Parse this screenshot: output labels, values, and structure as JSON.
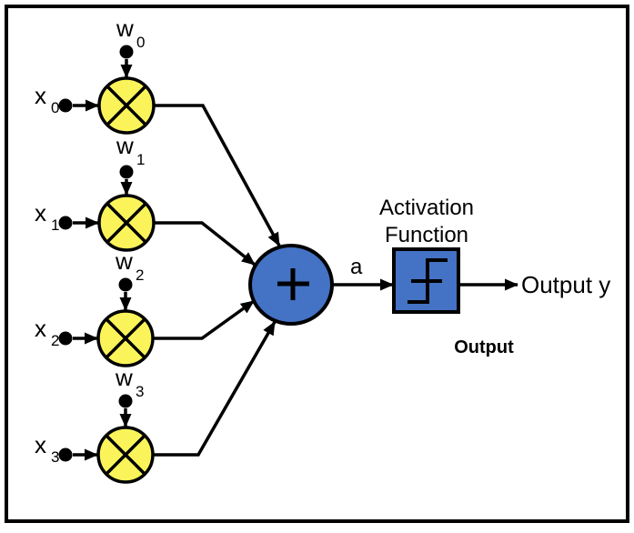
{
  "diagram": {
    "inputs": [
      {
        "label": "x",
        "sub": "0",
        "weight": "w",
        "weight_sub": "0"
      },
      {
        "label": "x",
        "sub": "1",
        "weight": "w",
        "weight_sub": "1"
      },
      {
        "label": "x",
        "sub": "2",
        "weight": "w",
        "weight_sub": "2"
      },
      {
        "label": "x",
        "sub": "3",
        "weight": "w",
        "weight_sub": "3"
      }
    ],
    "sum_output_label": "a",
    "activation": {
      "title_line1": "Activation",
      "title_line2": "Function"
    },
    "output_text": "Output y",
    "output_caption": "Output",
    "colors": {
      "multiplier_fill": "#FAF45A",
      "node_blue": "#4472C4",
      "stroke": "#000000",
      "background": "#FFFFFF"
    }
  }
}
